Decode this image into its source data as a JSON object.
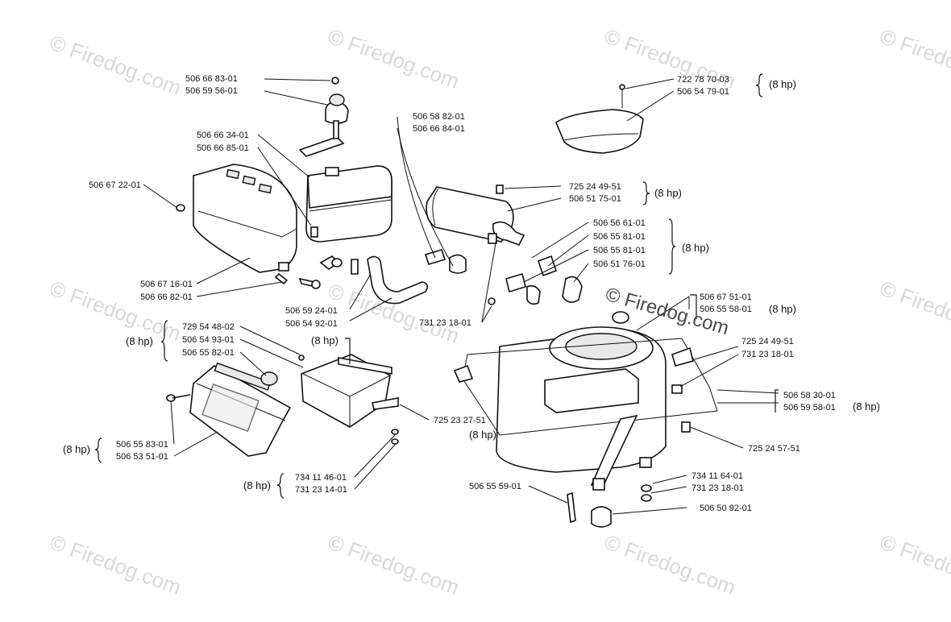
{
  "watermarks": {
    "text": "© Firedog.com",
    "center_text": "© Firedog.com"
  },
  "labels": {
    "p1": "506 66 83-01",
    "p2": "506 59 56-01",
    "p3": "506 66 34-01",
    "p4": "506 66 85-01",
    "p5": "506 67 22-01",
    "p6": "506 67 16-01",
    "p7": "506 66 82-01",
    "p8": "506 58 82-01",
    "p9": "506 66 84-01",
    "p10": "506 59 24-01",
    "p11": "506 54 92-01",
    "p12": "722 78 70-03",
    "p13": "506 54 79-01",
    "p14": "725 24 49-51",
    "p15": "506 51 75-01",
    "p16": "506 56 61-01",
    "p17": "506 55 81-01",
    "p18": "506 55 81-01",
    "p19": "506 51 76-01",
    "p20": "731 23 18-01",
    "p21": "506 67 51-01",
    "p22": "506 55 58-01",
    "p23": "725 24 49-51",
    "p24": "731 23 18-01",
    "p25": "506 58 30-01",
    "p26": "506 59 58-01",
    "p27": "725 24 57-51",
    "p28": "734 11 64-01",
    "p29": "731 23 18-01",
    "p30": "506 50 92-01",
    "p31": "506 55 59-01",
    "p32": "729 54 48-02",
    "p33": "506 54 93-01",
    "p34": "506 55 82-01",
    "p35": "725 23 27-51",
    "p36": "506 55 83-01",
    "p37": "506 53 51-01",
    "p38": "734 11 46-01",
    "p39": "731 23 14-01"
  },
  "hp_notes": {
    "h1": "(8 hp)",
    "h2": "(8 hp)",
    "h3": "(8 hp)",
    "h4": "(8 hp)",
    "h5": "(8 hp)",
    "h6": "(8 hp)",
    "h7": "(8 hp)",
    "h8": "(8 hp)",
    "h9": "(8 hp)",
    "h10": "(8 hp)"
  }
}
